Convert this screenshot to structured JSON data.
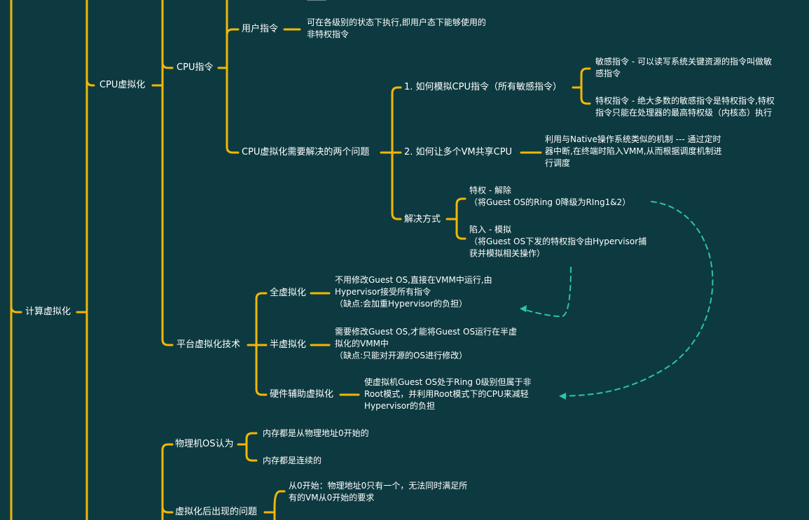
{
  "colors": {
    "background": "#0d3a40",
    "branch": "#f2b705",
    "dashed": "#2ec4a6",
    "text": "#ffffff"
  },
  "mindmap": {
    "root": "计算虚拟化",
    "cpu": {
      "label": "CPU虚拟化",
      "cpu_instr": {
        "label": "CPU指令",
        "user_instr": {
          "label": "用户指令",
          "desc": "可在各级别的状态下执行,即用户态下能够使用的\n非特权指令"
        }
      },
      "two_problems": {
        "label": "CPU虚拟化需要解决的两个问题",
        "q1": {
          "label": "1. 如何模拟CPU指令（所有敏感指令）",
          "sensitive": "敏感指令 - 可以读写系统关键资源的指令叫做敏\n感指令",
          "privileged": "特权指令 - 绝大多数的敏感指令是特权指令,特权\n指令只能在处理器的最高特权级（内核态）执行"
        },
        "q2": {
          "label": "2. 如何让多个VM共享CPU",
          "desc": "利用与Native操作系统类似的机制 --- 通过定时\n器中断,在终端时陷入VMM,从而根据调度机制进\n行调度"
        },
        "solution": {
          "label": "解决方式",
          "deprivilege": "特权 - 解除\n（将Guest OS的Ring 0降级为RIng1&2）",
          "trap": "陷入 - 模拟\n（将Guest OS下发的特权指令由Hypervisor捕\n获并模拟相关操作）"
        }
      },
      "platform": {
        "label": "平台虚拟化技术",
        "full": {
          "label": "全虚拟化",
          "desc": "不用修改Guest OS,直接在VMM中运行,由\nHypervisor接受所有指令\n（缺点:会加重Hypervisor的负担）"
        },
        "para": {
          "label": "半虚拟化",
          "desc": "需要修改Guest OS,才能将Guest OS运行在半虚\n拟化的VMM中\n（缺点:只能对开源的OS进行修改）"
        },
        "hw": {
          "label": "硬件辅助虚拟化",
          "desc": "使虚拟机Guest OS处于Ring 0级别但属于非\nRoot模式，并利用Root模式下的CPU来减轻\nHypervisor的负担"
        }
      }
    },
    "memory": {
      "physical_os": {
        "label": "物理机OS认为",
        "item1": "内存都是从物理地址0开始的",
        "item2": "内存都是连续的"
      },
      "problems": {
        "label": "虚拟化后出现的问题",
        "item1": "从0开始：物理地址0只有一个，无法同时满足所\n有的VM从0开始的要求"
      }
    }
  }
}
